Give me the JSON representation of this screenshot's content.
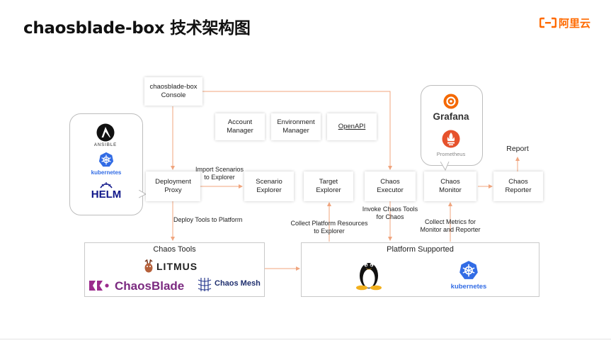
{
  "title": "chaosblade-box 技术架构图",
  "brand": {
    "name": "阿里云",
    "color": "#ff6a00"
  },
  "colors": {
    "arrow": "#f0a57e",
    "accent": "#ff6a00",
    "kubernetes": "#326ce5",
    "helm": "#0f1689"
  },
  "nodes": {
    "console": [
      "chaosblade-box",
      "Console"
    ],
    "account_manager": [
      "Account",
      "Manager"
    ],
    "environment_manager": [
      "Environment",
      "Manager"
    ],
    "openapi": "OpenAPI",
    "deployment_proxy": [
      "Deployment",
      "Proxy"
    ],
    "scenario_explorer": [
      "Scenario",
      "Explorer"
    ],
    "target_explorer": [
      "Target",
      "Explorer"
    ],
    "chaos_executor": [
      "Chaos",
      "Executor"
    ],
    "chaos_monitor": [
      "Chaos",
      "Monitor"
    ],
    "chaos_reporter": [
      "Chaos",
      "Reporter"
    ]
  },
  "labels": {
    "report": "Report",
    "import_scenarios": [
      "Import Scenarios",
      "to Explorer"
    ],
    "deploy_tools": "Deploy Tools to Platform",
    "collect_platform": [
      "Collect Platform Resources",
      "to Explorer"
    ],
    "invoke_chaos": [
      "Invoke Chaos Tools",
      "for Chaos"
    ],
    "collect_metrics": [
      "Collect Metrics for",
      "Monitor and Reporter"
    ]
  },
  "deploy_tools_logos": {
    "ansible": "ANSIBLE",
    "kubernetes": "kubernetes",
    "helm": "HELM"
  },
  "monitor_logos": {
    "grafana": "Grafana",
    "prometheus": "Prometheus"
  },
  "panels": {
    "chaos_tools": {
      "title": "Chaos Tools",
      "litmus": "LITMUS",
      "chaosblade": "ChaosBlade",
      "chaos_mesh": "Chaos Mesh"
    },
    "platform_supported": {
      "title": "Platform Supported",
      "kubernetes": "kubernetes"
    }
  }
}
